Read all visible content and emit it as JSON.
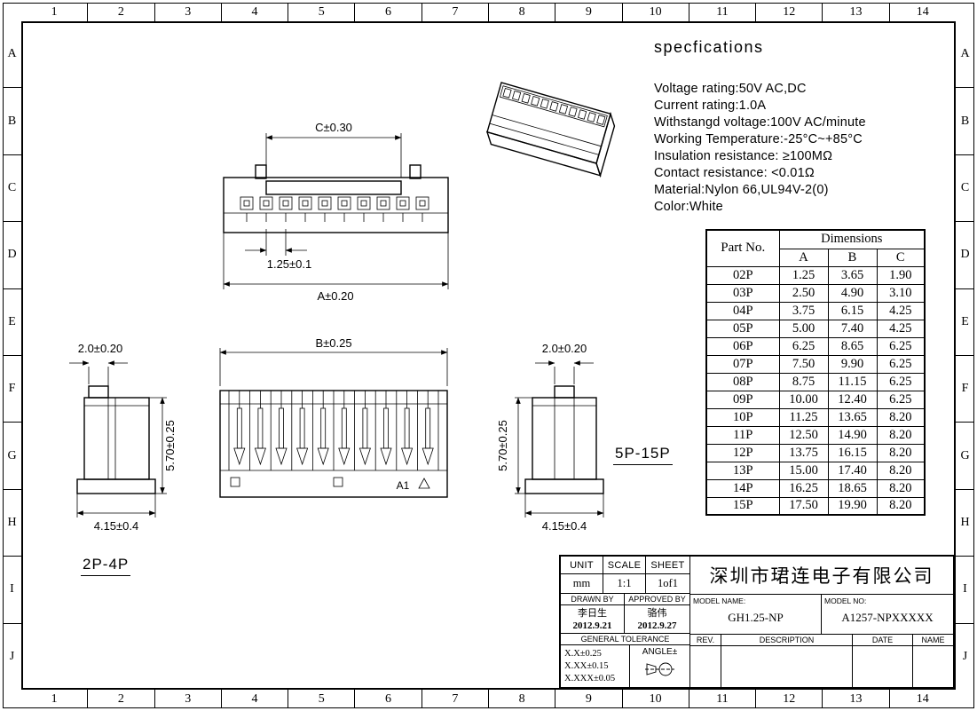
{
  "colors": {
    "line": "#000000",
    "background": "#ffffff"
  },
  "grid": {
    "columns": [
      "1",
      "2",
      "3",
      "4",
      "5",
      "6",
      "7",
      "8",
      "9",
      "10",
      "11",
      "12",
      "13",
      "14"
    ],
    "rows": [
      "A",
      "B",
      "C",
      "D",
      "E",
      "F",
      "G",
      "H",
      "I",
      "J"
    ]
  },
  "specs": {
    "title": "specfications",
    "lines": [
      "Voltage rating:50V AC,DC",
      "Current rating:1.0A",
      "Withstangd voltage:100V AC/minute",
      "Working Temperature:-25°C~+85°C",
      "Insulation resistance: ≥100MΩ",
      "Contact resistance: <0.01Ω",
      "Material:Nylon 66,UL94V-2(0)",
      "Color:White"
    ]
  },
  "dims": {
    "c": "C±0.30",
    "pitch": "1.25±0.1",
    "a": "A±0.20",
    "b": "B±0.25",
    "top_width": "2.0±0.20",
    "height": "5.70±0.25",
    "base": "4.15±0.4",
    "pin1": "A1"
  },
  "labels": {
    "small_range": "2P-4P",
    "large_range": "5P-15P"
  },
  "dim_table": {
    "col_part": "Part No.",
    "col_dims": "Dimensions",
    "sub_cols": [
      "A",
      "B",
      "C"
    ],
    "rows": [
      [
        "02P",
        "1.25",
        "3.65",
        "1.90"
      ],
      [
        "03P",
        "2.50",
        "4.90",
        "3.10"
      ],
      [
        "04P",
        "3.75",
        "6.15",
        "4.25"
      ],
      [
        "05P",
        "5.00",
        "7.40",
        "4.25"
      ],
      [
        "06P",
        "6.25",
        "8.65",
        "6.25"
      ],
      [
        "07P",
        "7.50",
        "9.90",
        "6.25"
      ],
      [
        "08P",
        "8.75",
        "11.15",
        "6.25"
      ],
      [
        "09P",
        "10.00",
        "12.40",
        "6.25"
      ],
      [
        "10P",
        "11.25",
        "13.65",
        "8.20"
      ],
      [
        "11P",
        "12.50",
        "14.90",
        "8.20"
      ],
      [
        "12P",
        "13.75",
        "16.15",
        "8.20"
      ],
      [
        "13P",
        "15.00",
        "17.40",
        "8.20"
      ],
      [
        "14P",
        "16.25",
        "18.65",
        "8.20"
      ],
      [
        "15P",
        "17.50",
        "19.90",
        "8.20"
      ]
    ]
  },
  "title_block": {
    "unit_label": "UNIT",
    "scale_label": "SCALE",
    "sheet_label": "SHEET",
    "unit_value": "mm",
    "scale_value": "1:1",
    "sheet_value": "1of1",
    "drawn_by_label": "DRAWN BY",
    "approved_by_label": "APPROVED BY",
    "drawn_by_name": "李日生",
    "drawn_by_date": "2012.9.21",
    "approved_by_name": "骆伟",
    "approved_by_date": "2012.9.27",
    "general_tolerance_label": "GENERAL TOLERANCE",
    "tolerances": [
      "X.X±0.25",
      "X.XX±0.15",
      "X.XXX±0.05"
    ],
    "angle_label": "ANGLE±",
    "company": "深圳市珺连电子有限公司",
    "model_name_label": "MODEL NAME:",
    "model_name": "GH1.25-NP",
    "model_no_label": "MODEL NO:",
    "model_no": "A1257-NPXXXXX",
    "rev_label": "REV.",
    "description_label": "DESCRIPTION",
    "date_label": "DATE",
    "name_label": "NAME"
  }
}
